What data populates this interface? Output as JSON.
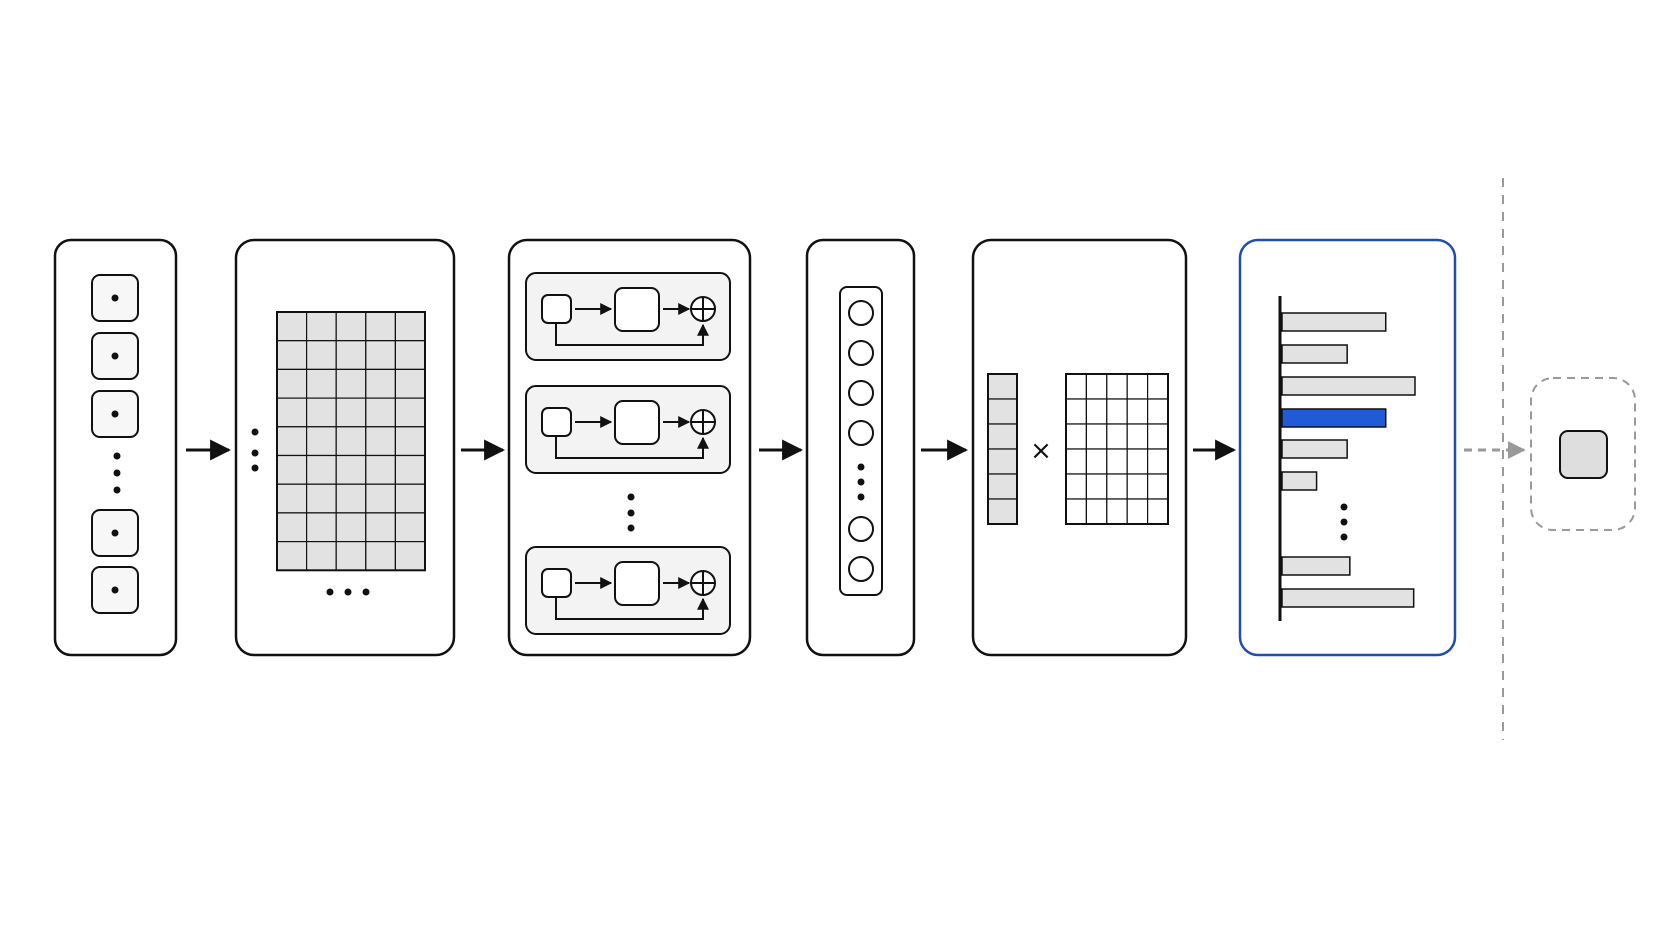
{
  "diagram": {
    "multiply_symbol": "×",
    "colors": {
      "stroke": "#111111",
      "cell_fill": "#e2e2e2",
      "block_fill": "#f3f3f3",
      "highlight": "#1f5bd6",
      "highlight_border": "#1f4fa8",
      "dashed": "#999999",
      "output_fill": "#dedede"
    },
    "stages": [
      {
        "name": "token-input-stage",
        "icon": "token-list-icon"
      },
      {
        "name": "embedding-matrix-stage",
        "icon": "grid-icon"
      },
      {
        "name": "residual-blocks-stage",
        "icon": "residual-block-icon"
      },
      {
        "name": "hidden-vector-stage",
        "icon": "node-column-icon"
      },
      {
        "name": "projection-stage",
        "icon": "matrix-multiply-icon"
      },
      {
        "name": "output-distribution-stage",
        "icon": "bar-chart-icon"
      },
      {
        "name": "selected-output-stage",
        "icon": "output-token-icon"
      }
    ],
    "distribution": {
      "bars_top": [
        0.78,
        0.49,
        1.0,
        0.78,
        0.49,
        0.26
      ],
      "bars_bottom": [
        0.51,
        0.99
      ],
      "selected_index": 3
    }
  }
}
